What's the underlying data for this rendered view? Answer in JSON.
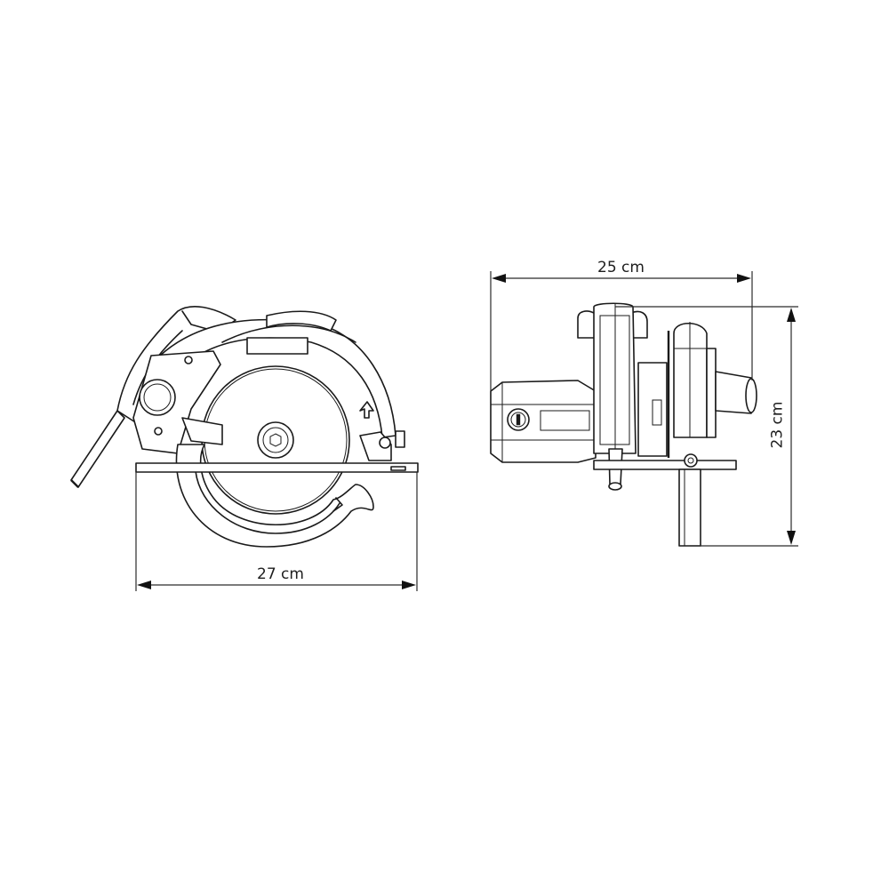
{
  "drawing": {
    "side_view": {
      "label": "side-view",
      "width_dimension": {
        "value": 27,
        "unit": "cm",
        "text": "27 cm"
      }
    },
    "front_view": {
      "label": "front-view",
      "width_dimension": {
        "value": 25,
        "unit": "cm",
        "text": "25 cm"
      },
      "height_dimension": {
        "value": 23,
        "unit": "cm",
        "text": "23 cm"
      }
    },
    "colors": {
      "line": "#1a1a1a",
      "background": "#ffffff"
    }
  }
}
